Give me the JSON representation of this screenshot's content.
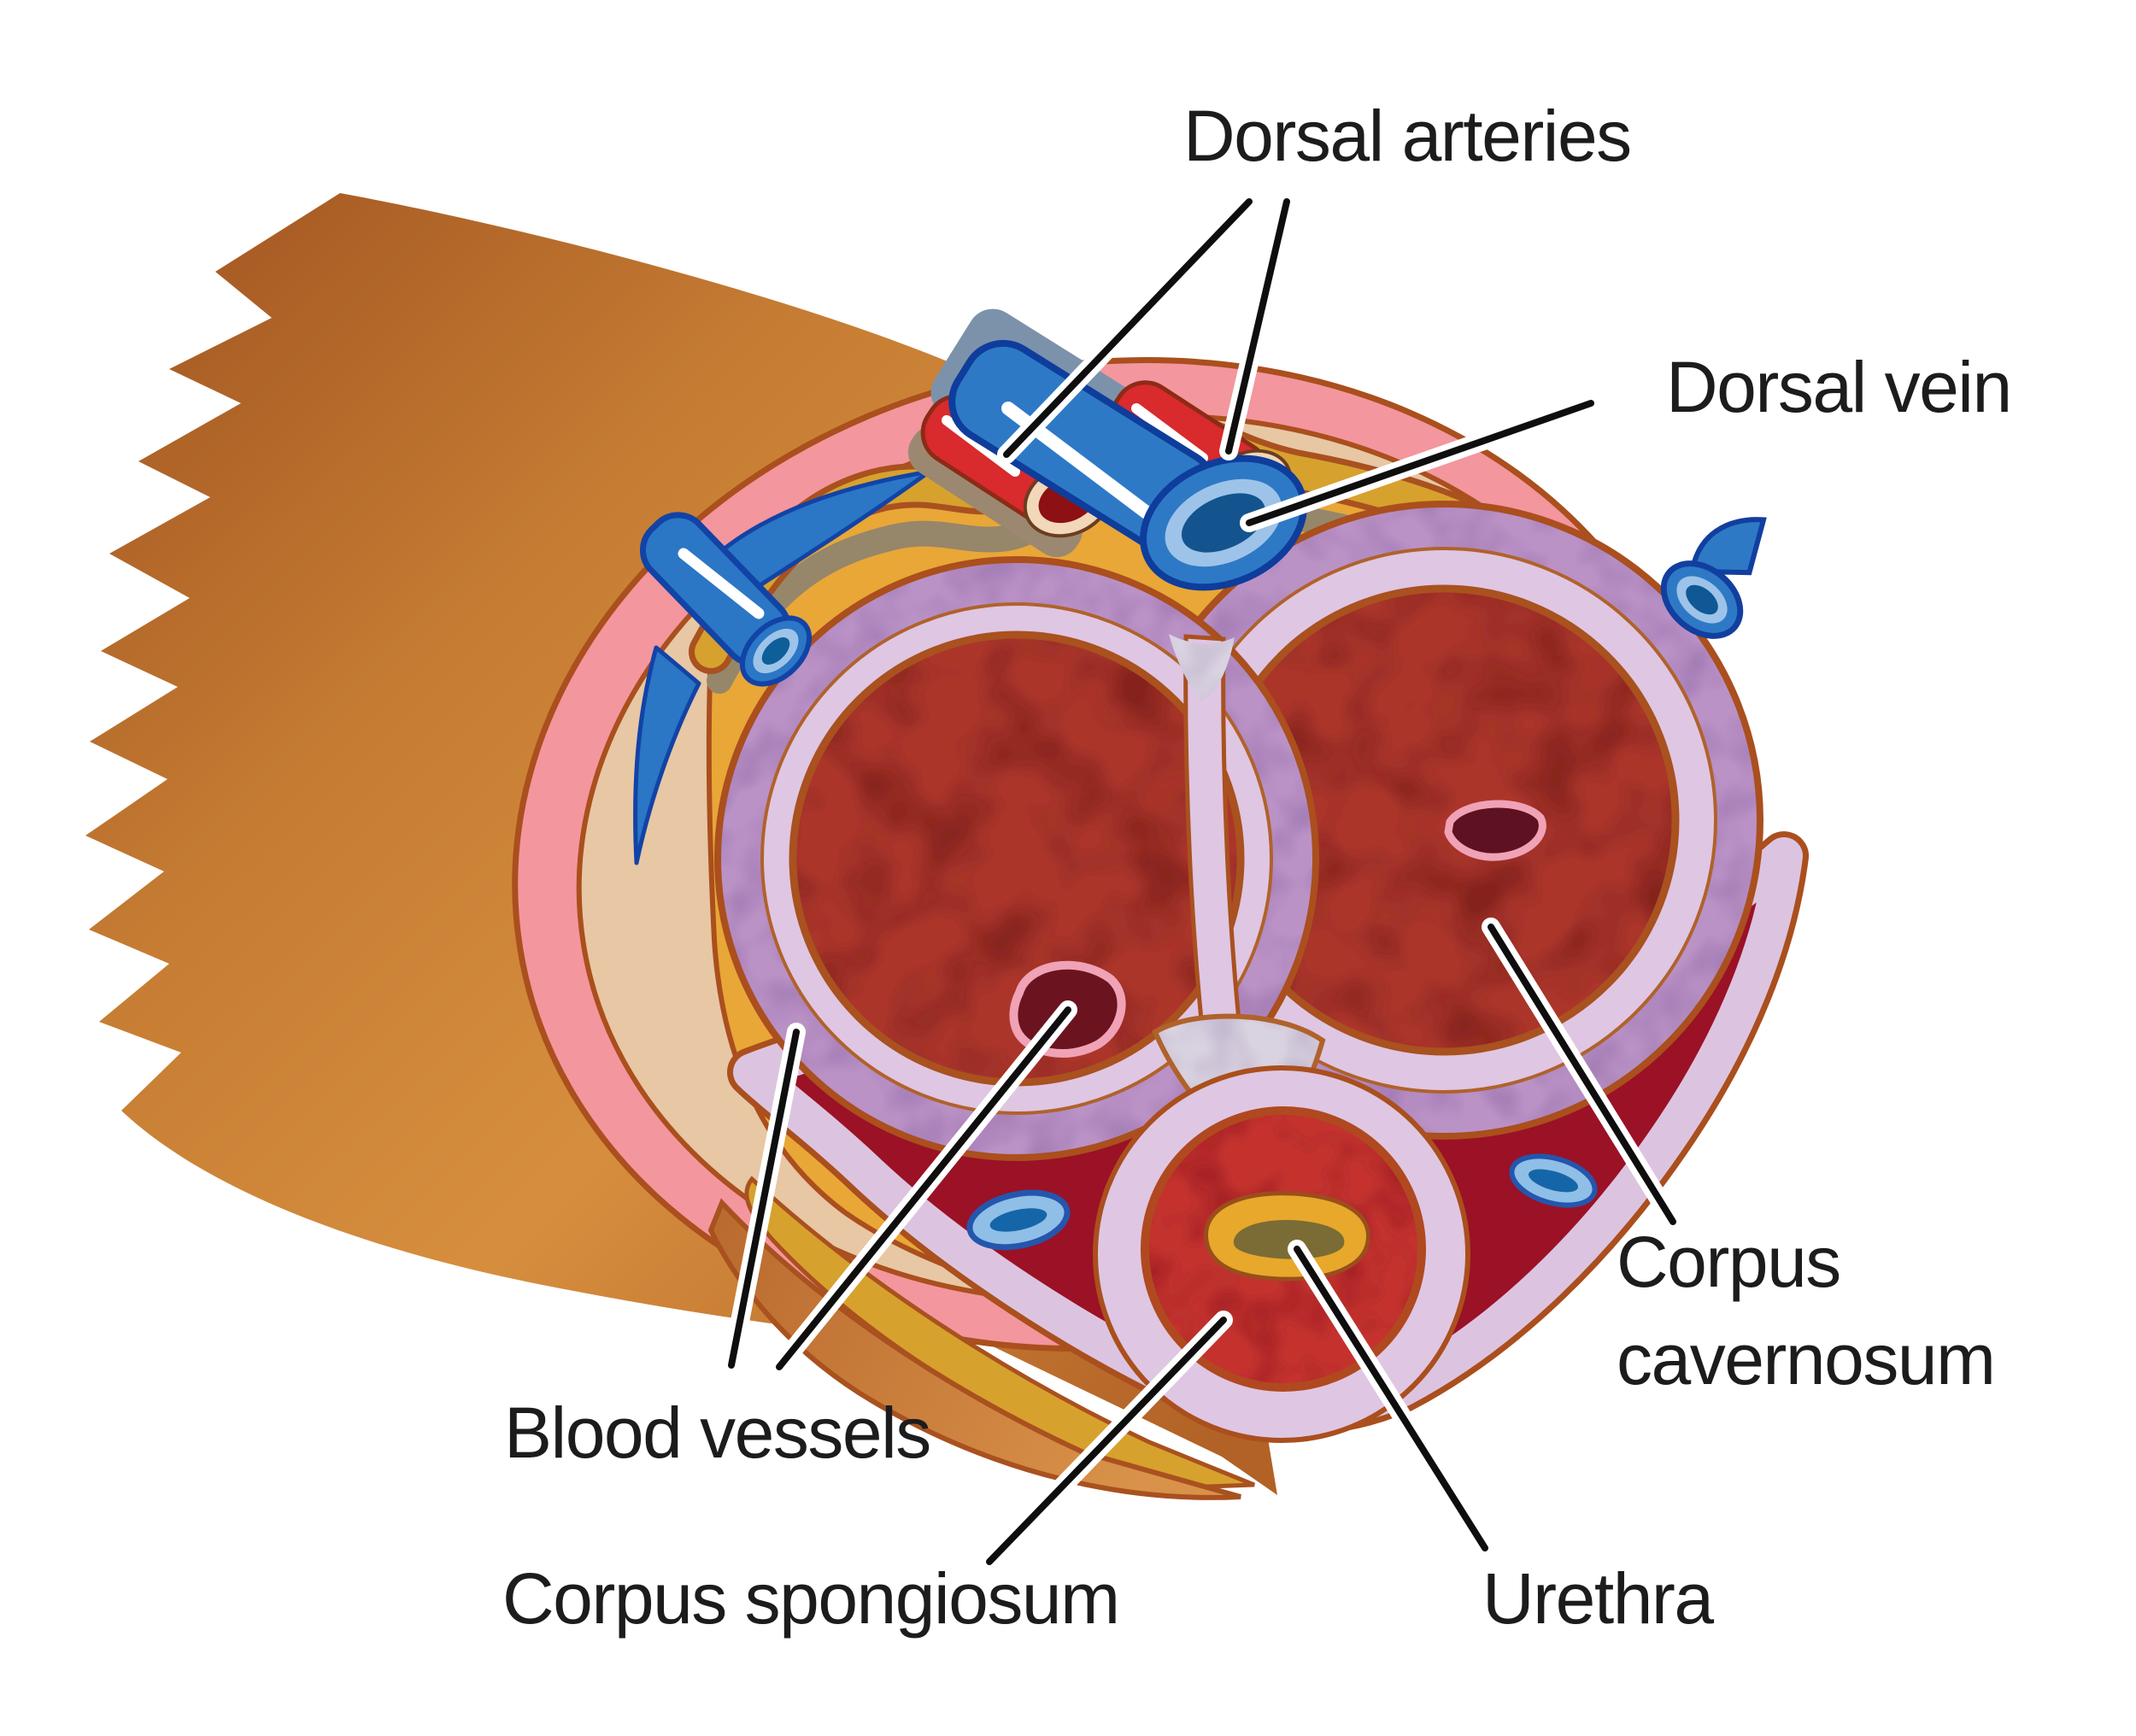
{
  "figure": {
    "type": "anatomical-cross-section-diagram",
    "subject": "Penis cross-section showing erectile bodies and vessels",
    "background": "#ffffff",
    "label_color": "#1c1c1c"
  },
  "labels": {
    "dorsal_arteries": "Dorsal arteries",
    "dorsal_vein": "Dorsal vein",
    "corpus_cavernosum_line1": "Corpus",
    "corpus_cavernosum_line2": "cavernosum",
    "blood_vessels": "Blood vessels",
    "corpus_spongiosum": "Corpus spongiosum",
    "urethra": "Urethra"
  },
  "colors": {
    "skin_shaft_brown": "#C67D33",
    "skin_pink": "#F3969E",
    "dermis_tan": "#E7C7A4",
    "fascia_yellow": "#E8A737",
    "fascia_band_gold": "#D7A12E",
    "outline_sienna": "#AA4F1D",
    "artery_red": "#D92A2E",
    "artery_lumen": "#8C1014",
    "artery_collar": "#F2D7B8",
    "vein_blue": "#2E79C6",
    "vein_inner": "#9DC3E8",
    "vein_lumen": "#13548F",
    "tunica_purple": "#BA92C6",
    "ring_lavender": "#DFC6E3",
    "cavernosum_red": "#AC352C",
    "spongiosum_red": "#C5332F",
    "deep_red": "#9B1126",
    "urethra_gold": "#E7A82B",
    "urethra_slit": "#7A6C34",
    "vessel_blob": "#6B1420",
    "leader_line": "#0e0e0e"
  }
}
